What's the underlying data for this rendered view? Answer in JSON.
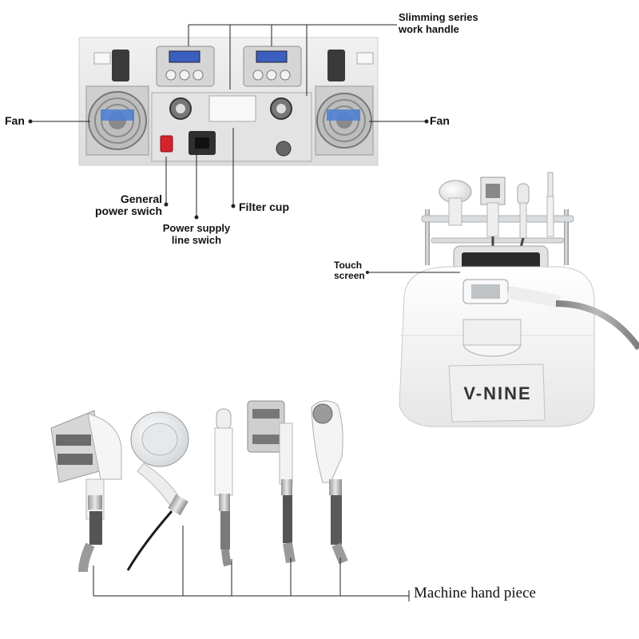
{
  "labels": {
    "slimming_handle": [
      "Slimming series",
      "work handle"
    ],
    "fan_left": "Fan",
    "fan_right": "Fan",
    "general_power": [
      "General",
      "power swich"
    ],
    "filter_cup": "Filter cup",
    "power_supply": [
      "Power supply",
      "line swich"
    ],
    "touch_screen": [
      "Touch",
      "screen"
    ],
    "machine_hand_piece": "Machine hand piece"
  },
  "device": {
    "brand": "V-NINE"
  },
  "colors": {
    "panel_bg": "#e9e9e9",
    "device_body": "#f4f4f4",
    "accent_blue": "#2f6fd6",
    "power_switch": "#d4232b",
    "grip_dark": "#5a5a5a",
    "line": "#222222"
  }
}
